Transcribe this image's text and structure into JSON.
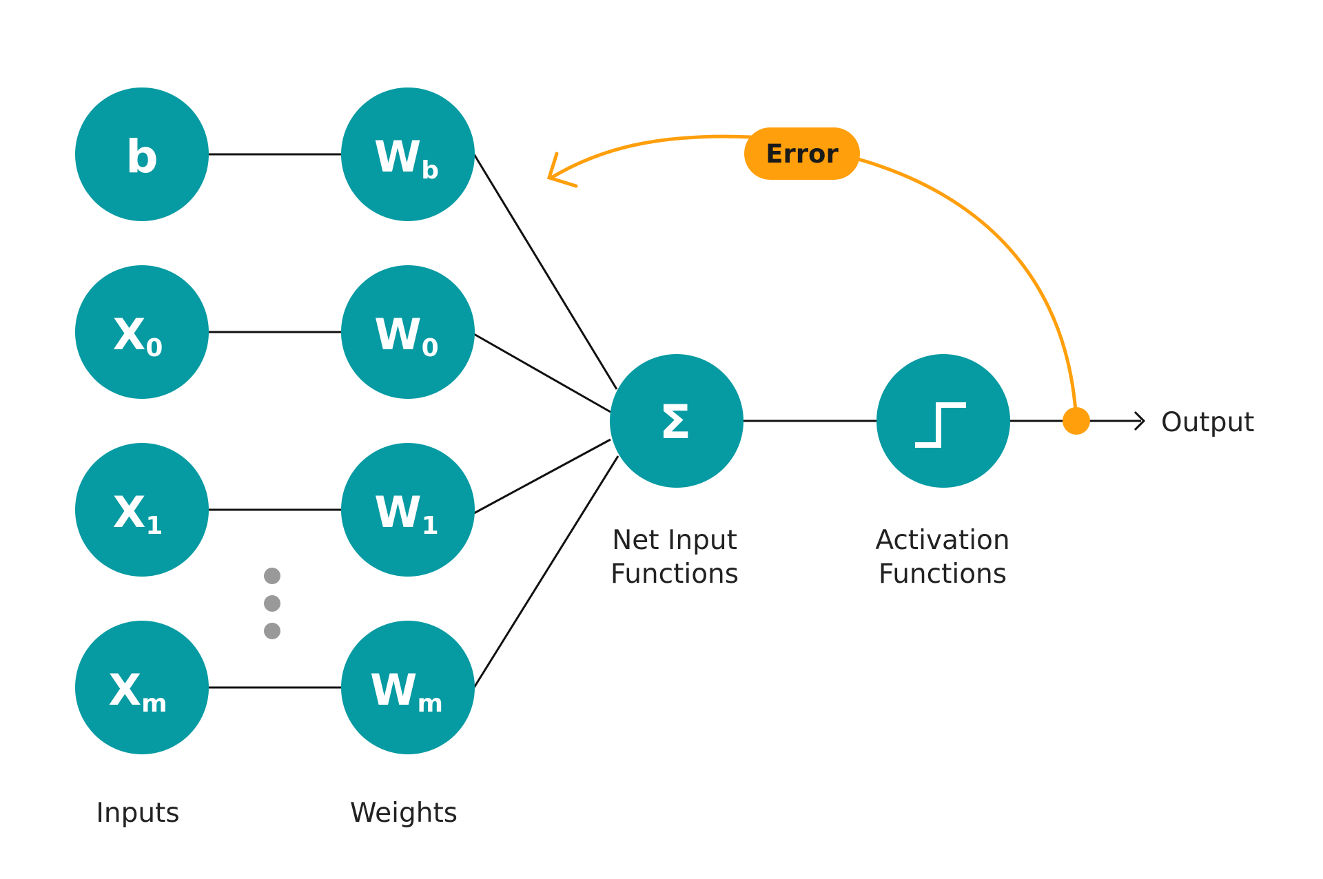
{
  "colors": {
    "node": "#069AA2",
    "line": "#111111",
    "error": "#FF9F0C",
    "dots": "#999999",
    "background": "#FFFFFF"
  },
  "inputs": [
    {
      "main": "b",
      "sub": ""
    },
    {
      "main": "X",
      "sub": "0"
    },
    {
      "main": "X",
      "sub": "1"
    },
    {
      "main": "X",
      "sub": "m"
    }
  ],
  "weights": [
    {
      "main": "W",
      "sub": "b"
    },
    {
      "main": "W",
      "sub": "0"
    },
    {
      "main": "W",
      "sub": "1"
    },
    {
      "main": "W",
      "sub": "m"
    }
  ],
  "sum_symbol": "Σ",
  "labels": {
    "inputs": "Inputs",
    "weights": "Weights",
    "net_input_line1": "Net Input",
    "net_input_line2": "Functions",
    "activation_line1": "Activation",
    "activation_line2": "Functions",
    "output": "Output",
    "error": "Error"
  }
}
